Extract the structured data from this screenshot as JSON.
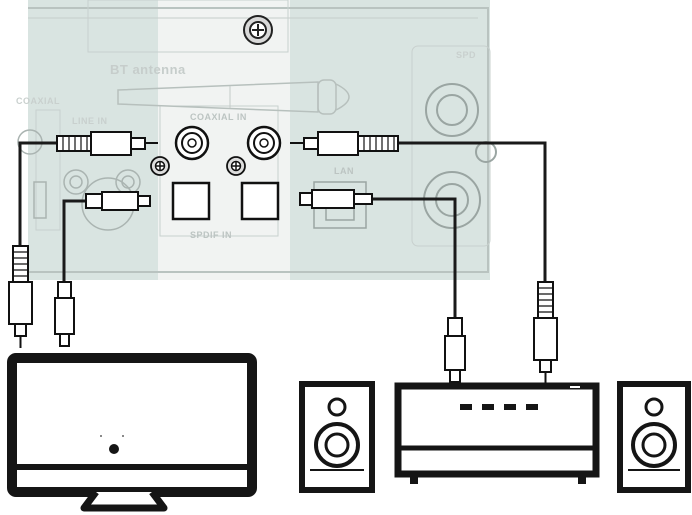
{
  "panel_labels": {
    "bt_antenna": "BT antenna",
    "coaxial_in": "COAXIAL IN",
    "spdif_in": "SPDIF IN",
    "lan": "LAN",
    "line_in": "LINE IN",
    "coaxial_side": "COAXIAL",
    "spdif_side": "SPD"
  },
  "colors": {
    "panel_fill": "#d9e4e1",
    "panel_center": "#f1f3f2",
    "line_art": "#111111",
    "cable": "#1a1a1a"
  },
  "icons": {
    "tv": "tv-icon",
    "amplifier": "amplifier-icon",
    "speaker": "speaker-icon",
    "antenna": "bt-antenna-icon",
    "screw": "screw-icon"
  }
}
